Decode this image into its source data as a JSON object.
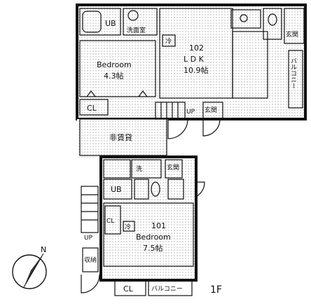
{
  "floor_label": "1F",
  "north_label": "N",
  "rooms": {
    "unit_102": {
      "number": "102",
      "ldk_label": "L D K",
      "ldk_size": "10.9帖",
      "bedroom_label": "Bedroom",
      "bedroom_size": "4.3帖",
      "closet": "CL",
      "corridor": "非賃貸",
      "ub": "UB",
      "washroom": "洗面室",
      "entrance": "玄関",
      "balcony": "バルコニー",
      "fridge": "冷",
      "stairs_up": "UP",
      "shoe_box": "玄関"
    },
    "unit_101": {
      "number": "101",
      "bedroom_label": "Bedroom",
      "bedroom_size": "7.5帖",
      "closet": "CL",
      "ub": "UB",
      "balcony": "バルコニー",
      "fridge": "冷",
      "washer": "洗",
      "entrance": "玄関",
      "storage": "収納",
      "stairs_up": "UP",
      "wc": "WC"
    }
  },
  "icons": [
    "north-arrow-icon",
    "toilet-icon",
    "bathtub-icon",
    "sink-icon",
    "washbasin-icon",
    "door-swing-icon",
    "stairs-icon",
    "kitchen-icon"
  ]
}
